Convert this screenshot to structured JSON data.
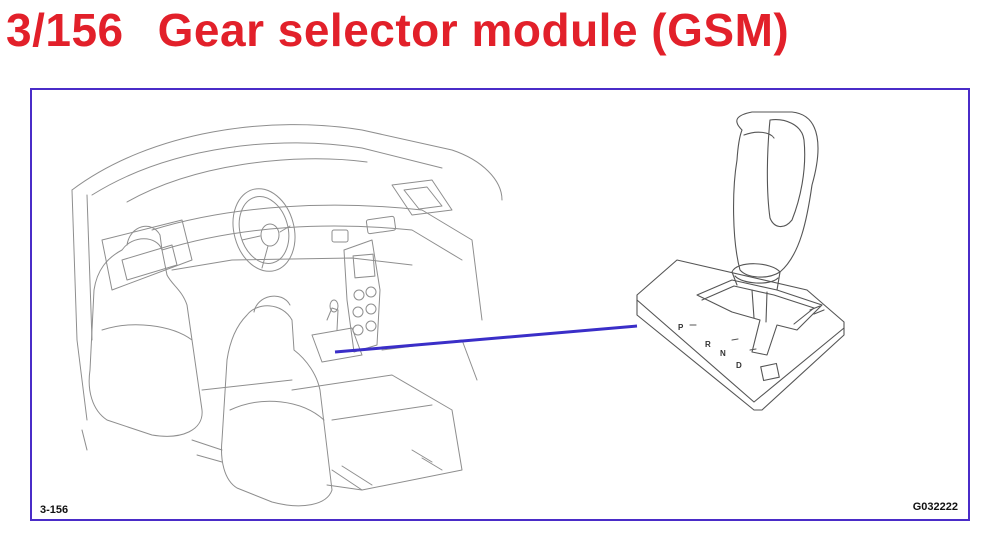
{
  "title": {
    "number": "3/156",
    "text": "Gear selector module (GSM)"
  },
  "figure": {
    "label_left": "3-156",
    "label_right": "G032222"
  },
  "colors": {
    "title": "#e2202a",
    "frame_border": "#4a2cc8",
    "leader_line": "#3a2ec8",
    "line_art": "#8a8a8a"
  }
}
